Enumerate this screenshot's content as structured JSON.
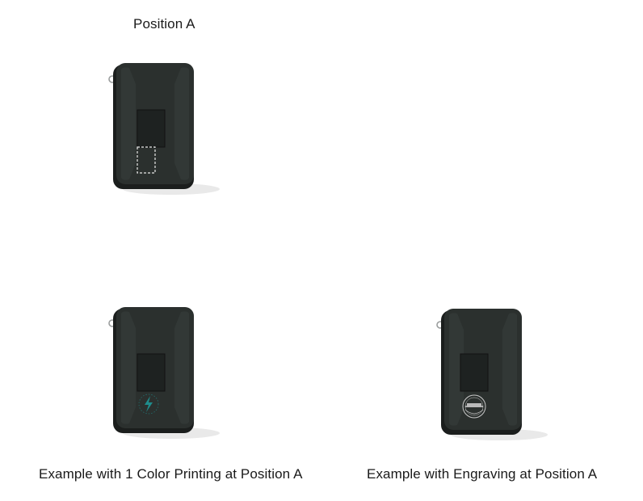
{
  "position_label": "Position A",
  "examples": [
    {
      "caption": "Example with 1 Color Printing at Position A",
      "logo_color": "#1f8c8c"
    },
    {
      "caption": "Example with Engraving at Position A",
      "logo_color": "#c9c9c9"
    }
  ],
  "colors": {
    "case_body": "#2b302e",
    "case_edge": "#1b1e1d",
    "pocket": "#1e2221",
    "zipper": "#888c8c",
    "print_area_outline": "#e6e6e6"
  },
  "icons": {
    "print_logo": "lightning-bolt-icon",
    "engraving_logo": "circular-badge-icon"
  }
}
